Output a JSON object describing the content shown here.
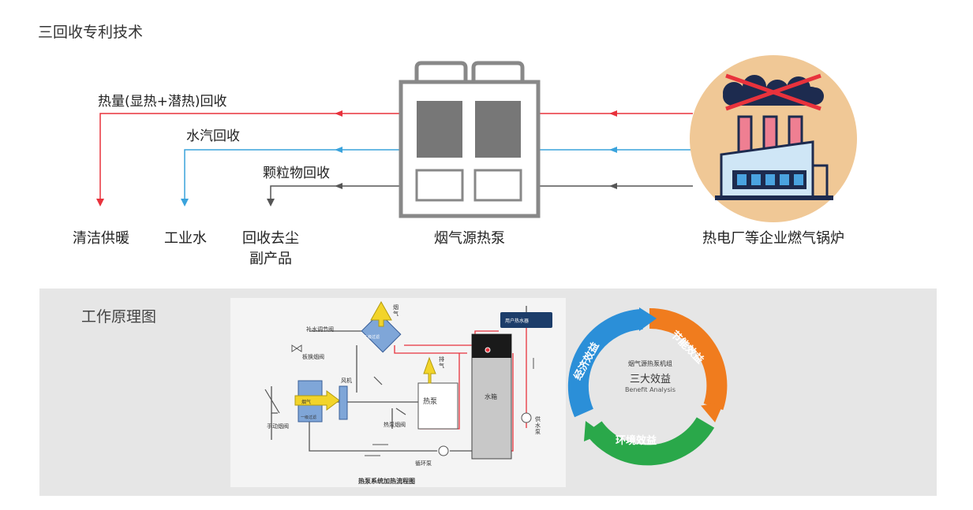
{
  "title": "三回收专利技术",
  "flows": {
    "heat_label": "热量(显热+潜热)回收",
    "water_label": "水汽回收",
    "particle_label": "颗粒物回收"
  },
  "destinations": {
    "heating": "清洁供暖",
    "industrial_water": "工业水",
    "dust_line1": "回收去尘",
    "dust_line2": "副产品",
    "heat_pump": "烟气源热泵",
    "boiler": "热电厂等企业燃气锅炉"
  },
  "section2": {
    "title": "工作原理图",
    "diagram": {
      "caption": "热泵系统加热流程图",
      "labels": {
        "makeup_valve": "补水调节阀",
        "flue_gas_top": "烟气",
        "plate_exchanger": "板换烟阀",
        "fan": "风机",
        "exhaust": "排气",
        "heat_pump": "热泵",
        "water_tank": "水箱",
        "hot_water_user": "用户热水器",
        "manual_valve": "手动烟阀",
        "flue_gas_in": "烟气",
        "primary_filter": "一级过滤",
        "secondary_filter": "二级过滤",
        "heat_pump_valve": "热泵烟阀",
        "circulation_pump": "循环泵",
        "feed_pump": "供水泵"
      }
    },
    "benefits": {
      "center_line1": "烟气源热泵机组",
      "center_line2": "三大效益",
      "center_line3": "Benefit Analysis",
      "energy": "节能效益",
      "environment": "环境效益",
      "economic": "经济效益"
    }
  },
  "colors": {
    "heat_line": "#e8323c",
    "water_line": "#3aa3dc",
    "particle_line": "#555555",
    "boiler_circle": "#f0c896",
    "cycle_orange": "#f07c1e",
    "cycle_green": "#2aa84a",
    "cycle_blue": "#2b8fd8"
  }
}
